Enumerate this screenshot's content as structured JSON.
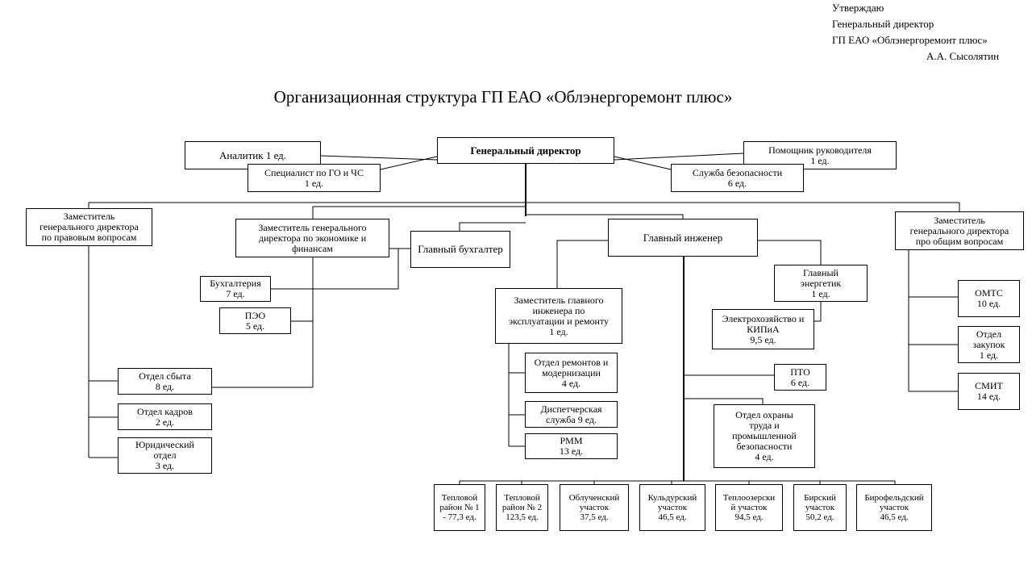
{
  "approval": {
    "line1": "Утверждаю",
    "line2": "Генеральный директор",
    "line3": "ГП ЕАО «Облэнергоремонт плюс»",
    "line4": "А.А. Сысолятин"
  },
  "title": "Организационная структура ГП ЕАО «Облэнергоремонт плюс»",
  "units": {
    "gen_director": [
      "Генеральный директор"
    ],
    "analyst": [
      "Аналитик  1 ед."
    ],
    "go_chs": [
      "Специалист по ГО и ЧС",
      "1 ед."
    ],
    "assistant": [
      "Помощник руководителя",
      "1 ед."
    ],
    "security": [
      "Служба безопасности",
      "6 ед."
    ],
    "dep_legal": [
      "Заместитель",
      "генерального директора",
      "по правовым вопросам"
    ],
    "dep_econ": [
      "Заместитель генерального",
      "директора по экономике и",
      "финансам"
    ],
    "chief_accountant": [
      "Главный бухгалтер"
    ],
    "chief_engineer": [
      "Главный инженер"
    ],
    "dep_general": [
      "Заместитель",
      "генерального директора",
      "про общим вопросам"
    ],
    "accounting": [
      "Бухгалтерия",
      "7 ед."
    ],
    "peo": [
      "ПЭО",
      "5 ед."
    ],
    "sales": [
      "Отдел сбыта",
      "8 ед."
    ],
    "hr": [
      "Отдел кадров",
      "2 ед."
    ],
    "legal": [
      "Юридический",
      "отдел",
      "3 ед."
    ],
    "dep_chief_eng": [
      "Заместитель  главного",
      "инженера  по",
      "эксплуатации и ремонту",
      "1 ед."
    ],
    "repairs": [
      "Отдел ремонтов и",
      "модернизации",
      "4 ед."
    ],
    "dispatch": [
      "Диспетчерская",
      "служба 9 ед."
    ],
    "rmm": [
      "РММ",
      "13 ед."
    ],
    "chief_power": [
      "Главный",
      "энергетик",
      "1 ед."
    ],
    "electro": [
      "Электрохозяйство и",
      "КИПиА",
      "9,5 ед."
    ],
    "pto": [
      "ПТО",
      "6 ед."
    ],
    "safety": [
      "Отдел охраны",
      "труда и",
      "промышленной",
      "безопасности",
      "4 ед."
    ],
    "omts": [
      "ОМТС",
      "10 ед."
    ],
    "purchasing": [
      "Отдел",
      "закупок",
      "1 ед."
    ],
    "smit": [
      "СМИТ",
      "14 ед."
    ],
    "district1": [
      "Тепловой",
      "район № 1",
      "-  77,3  ед."
    ],
    "district2": [
      "Тепловой",
      "район № 2",
      "123,5  ед."
    ],
    "obluchye": [
      "Облученский",
      "участок",
      "37,5  ед."
    ],
    "kuldur": [
      "Кульдурский",
      "участок",
      "46,5  ед."
    ],
    "teploozersk": [
      "Теплоозерски",
      "й участок",
      "94,5  ед."
    ],
    "birsk": [
      "Бирский",
      "участок",
      "50,2  ед."
    ],
    "birofeld": [
      "Бирофельдский",
      "участок",
      "46,5  ед."
    ]
  }
}
